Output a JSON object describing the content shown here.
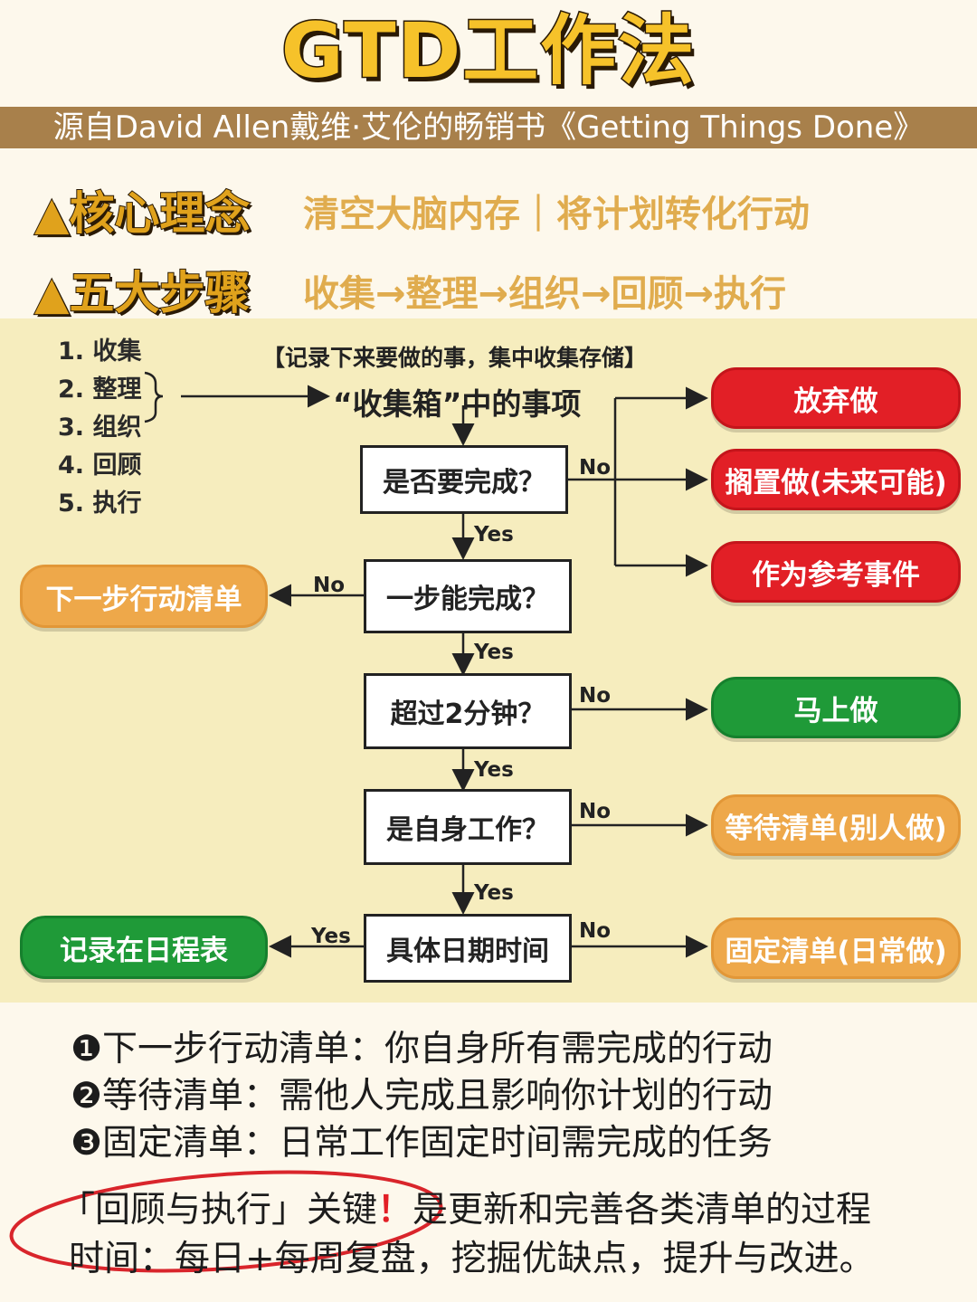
{
  "title": "GTD工作法",
  "subtitle": "源自David Allen戴维·艾伦的畅销书《Getting Things Done》",
  "core": {
    "label": "▲核心理念",
    "text": "清空大脑内存｜将计划转化行动"
  },
  "steps_row": {
    "label": "▲五大步骤",
    "text": "收集→整理→组织→回顾→执行"
  },
  "step_list": [
    "1. 收集",
    "2. 整理",
    "3. 组织",
    "4. 回顾",
    "5. 执行"
  ],
  "flow": {
    "note": "【记录下来要做的事，集中收集存储】",
    "inbox": "“收集箱”中的事项",
    "q1": "是否要完成？",
    "q2": "一步能完成？",
    "q3": "超过2分钟？",
    "q4": "是自身工作？",
    "q5": "具体日期时间",
    "yes": "Yes",
    "no": "No",
    "out_abandon": "放弃做",
    "out_defer": "搁置做(未来可能)",
    "out_reference": "作为参考事件",
    "out_next": "下一步行动清单",
    "out_now": "马上做",
    "out_waiting": "等待清单(别人做)",
    "out_calendar": "记录在日程表",
    "out_fixed": "固定清单(日常做)"
  },
  "colors": {
    "red": "#e21f26",
    "green": "#1f9a38",
    "orange": "#eea84a",
    "gold": "#f6c22a",
    "banner": "#a8804b"
  },
  "notes": [
    {
      "num": "❶",
      "text": "下一步行动清单：你自身所有需完成的行动"
    },
    {
      "num": "❷",
      "text": "等待清单：需他人完成且影响你计划的行动"
    },
    {
      "num": "❸",
      "text": "固定清单：日常工作固定时间需完成的任务"
    }
  ],
  "footer": {
    "line1_a": "「回顾与执行」关键",
    "line1_mark": "！",
    "line1_b": "是更新和完善各类清单的过程",
    "line2": "时间：每日+每周复盘，挖掘优缺点，提升与改进。"
  }
}
